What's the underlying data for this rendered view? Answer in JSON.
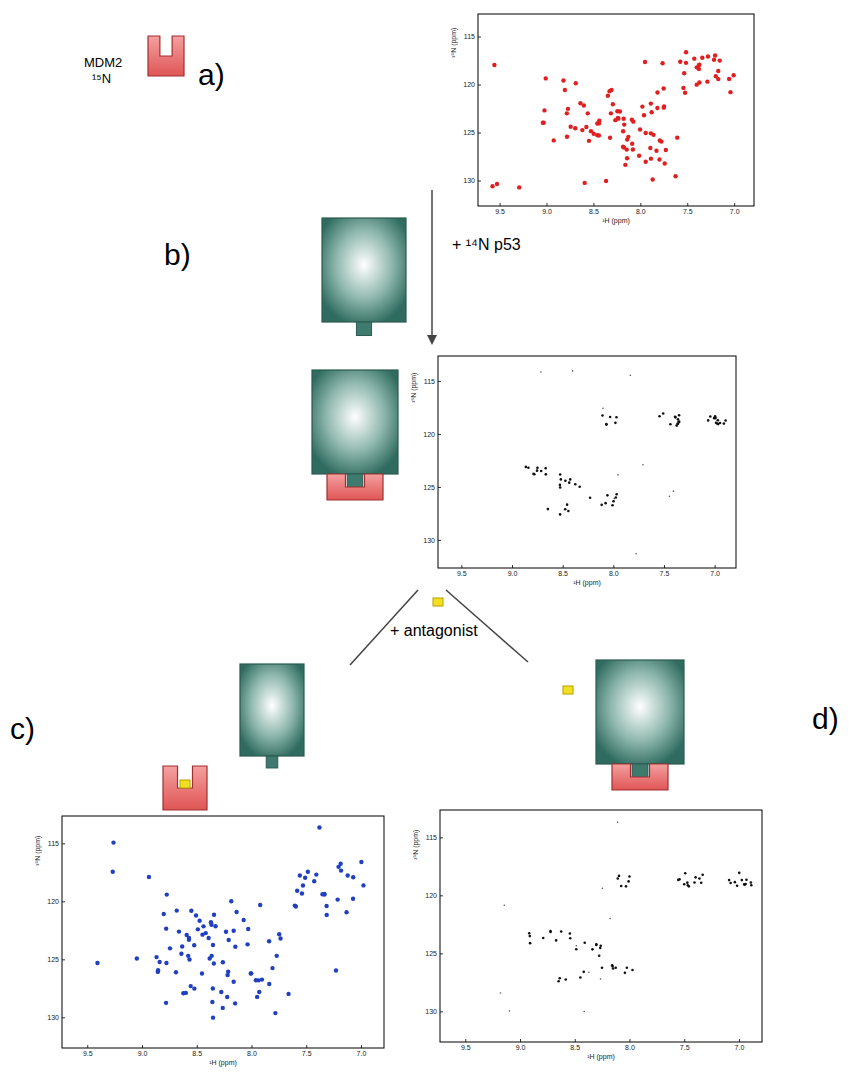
{
  "diagram": {
    "labels": [
      "a)",
      "MDM2",
      "¹⁵N",
      "+ ¹⁴N p53",
      "b)",
      "+ antagonist",
      "c)",
      "d)",
      "115",
      "120",
      "125",
      "130",
      "9.5",
      "9.0",
      "8.5",
      "8.0",
      "7.5",
      "7.0",
      "¹⁵N (ppm)",
      "¹H (ppm)",
      "115",
      "120",
      "125",
      "130",
      "9.5",
      "9.0",
      "8.5",
      "8.0",
      "7.5",
      "7.0",
      "¹⁵N (ppm)",
      "¹H (ppm)",
      "115",
      "120",
      "125",
      "130",
      "9.5",
      "9.0",
      "8.5",
      "8.0",
      "7.5",
      "7.0",
      "¹⁵N (ppm)",
      "¹H (ppm)",
      "115",
      "120",
      "125",
      "130",
      "9.5",
      "9.0",
      "8.5",
      "8.0",
      "7.5",
      "7.0",
      "¹⁵N (ppm)",
      "¹H (ppm)"
    ]
  }
}
